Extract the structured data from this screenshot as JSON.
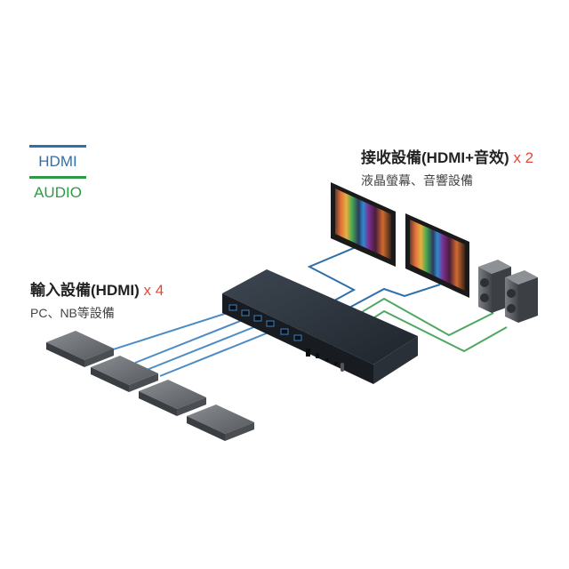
{
  "legend": {
    "hdmi_label": "HDMI",
    "hdmi_color": "#2f6faa",
    "audio_label": "AUDIO",
    "audio_color": "#2e9a45"
  },
  "output_devices": {
    "title": "接收設備(HDMI+音效)",
    "count": "x 2",
    "subtitle": "液晶螢幕、音響設備"
  },
  "input_devices": {
    "title": "輸入設備(HDMI)",
    "count": "x 4",
    "subtitle": "PC、NB等設備"
  },
  "accent_count_color": "#e2493d",
  "nodes": {
    "switch": "HDMI matrix switch (4 in / 2 out + audio)",
    "sources": [
      "PC/NB source 1",
      "PC/NB source 2",
      "PC/NB source 3",
      "PC/NB source 4"
    ],
    "displays": [
      "LCD display 1",
      "LCD display 2"
    ],
    "speakers": [
      "Speaker left",
      "Speaker right"
    ]
  }
}
